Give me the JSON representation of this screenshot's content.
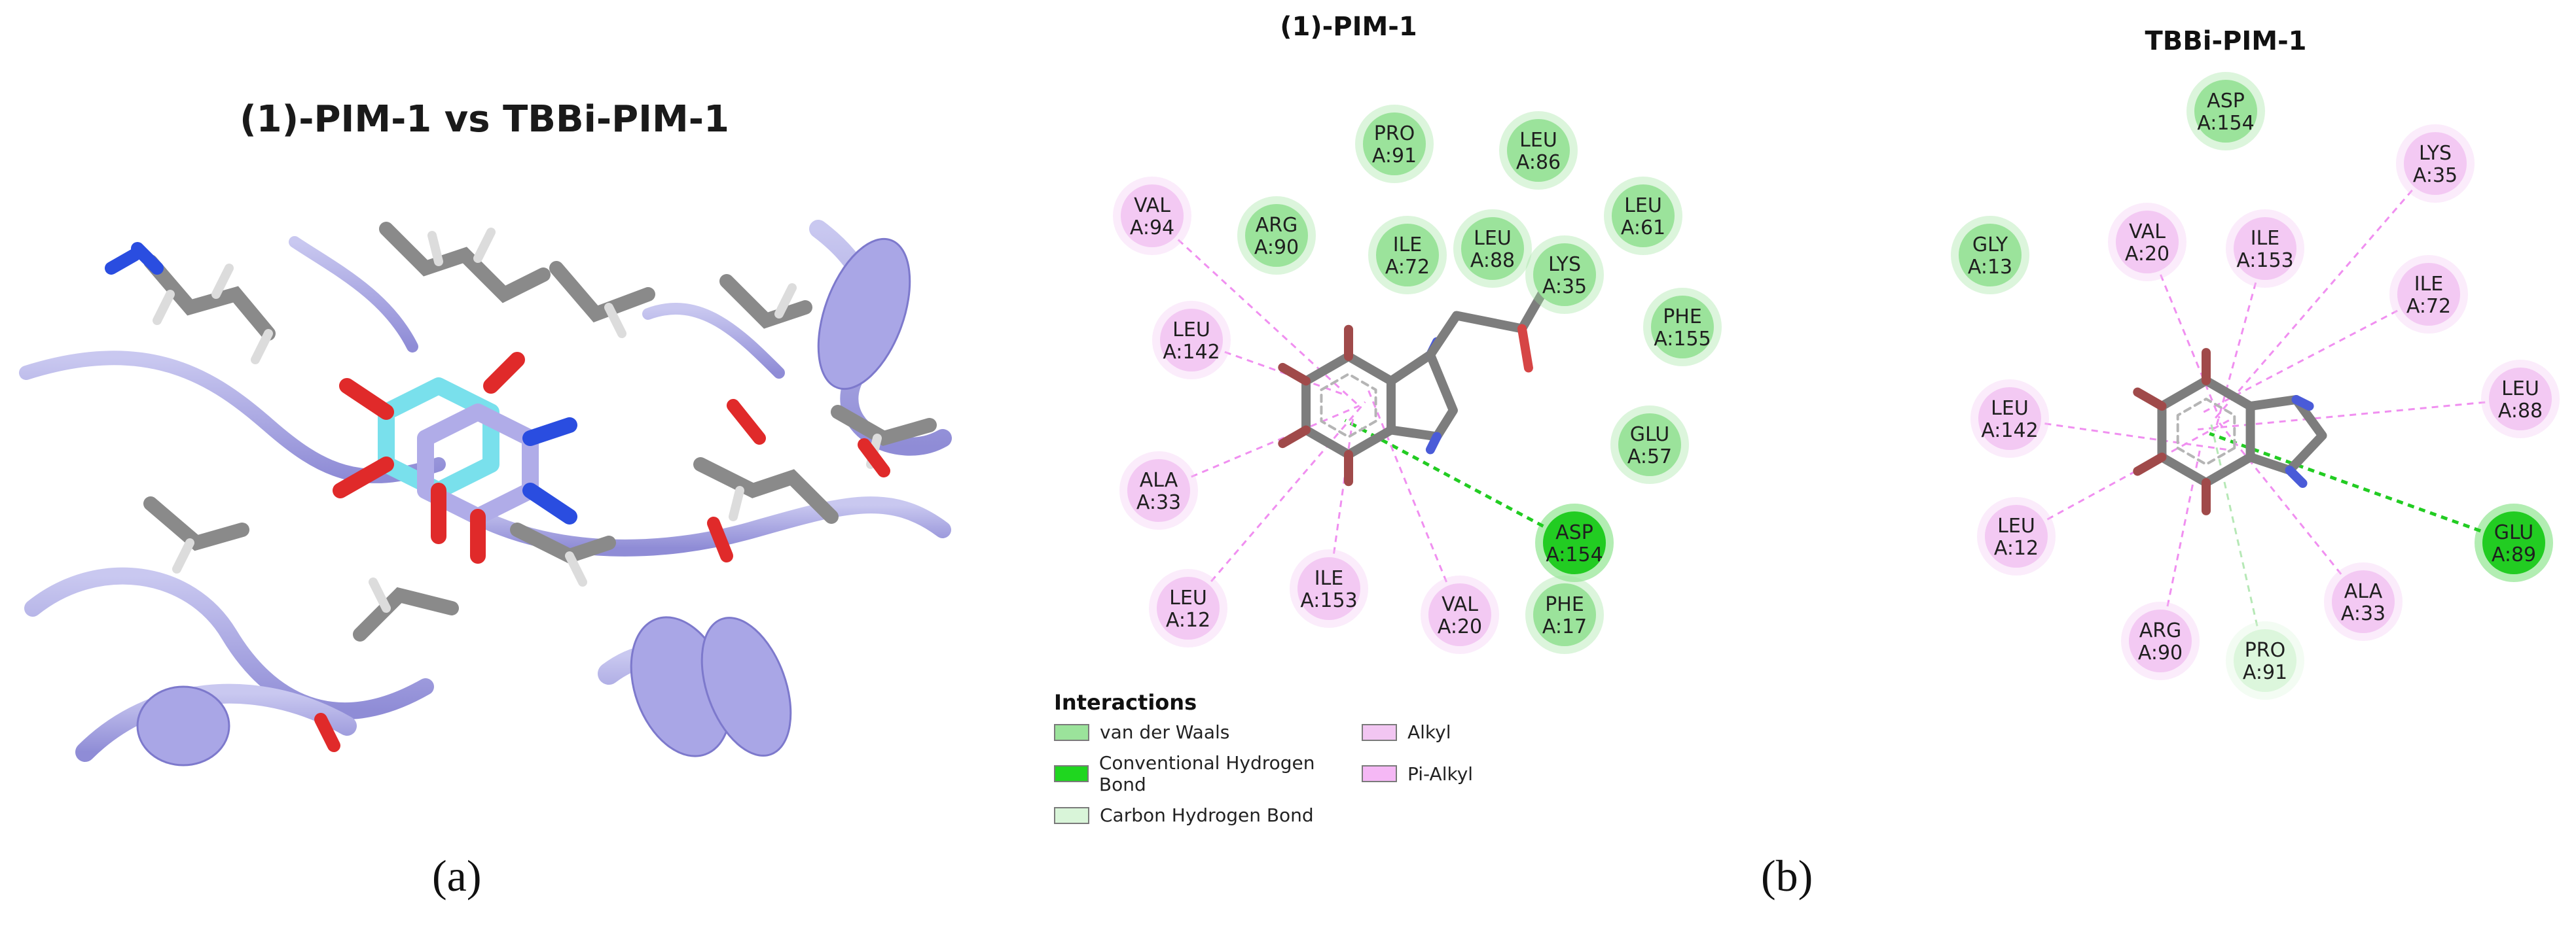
{
  "panel_a": {
    "title": "(1)-PIM-1 vs TBBi-PIM-1",
    "label": "(a)"
  },
  "panel_b": {
    "label": "(b)",
    "left_title": "(1)-PIM-1",
    "right_title": "TBBi-PIM-1",
    "left_residues": [
      {
        "name": "PRO",
        "id": "A:91",
        "type": "vdw"
      },
      {
        "name": "LEU",
        "id": "A:86",
        "type": "vdw"
      },
      {
        "name": "VAL",
        "id": "A:94",
        "type": "alkyl"
      },
      {
        "name": "ARG",
        "id": "A:90",
        "type": "vdw"
      },
      {
        "name": "ILE",
        "id": "A:72",
        "type": "vdw"
      },
      {
        "name": "LEU",
        "id": "A:88",
        "type": "vdw"
      },
      {
        "name": "LYS",
        "id": "A:35",
        "type": "vdw"
      },
      {
        "name": "LEU",
        "id": "A:61",
        "type": "vdw"
      },
      {
        "name": "LEU",
        "id": "A:142",
        "type": "alkyl"
      },
      {
        "name": "PHE",
        "id": "A:155",
        "type": "vdw"
      },
      {
        "name": "GLU",
        "id": "A:57",
        "type": "vdw"
      },
      {
        "name": "ALA",
        "id": "A:33",
        "type": "alkyl"
      },
      {
        "name": "ASP",
        "id": "A:154",
        "type": "hbond"
      },
      {
        "name": "LEU",
        "id": "A:12",
        "type": "alkyl"
      },
      {
        "name": "ILE",
        "id": "A:153",
        "type": "alkyl"
      },
      {
        "name": "VAL",
        "id": "A:20",
        "type": "alkyl"
      },
      {
        "name": "PHE",
        "id": "A:17",
        "type": "vdw"
      }
    ],
    "right_residues": [
      {
        "name": "ASP",
        "id": "A:154",
        "type": "vdw"
      },
      {
        "name": "LYS",
        "id": "A:35",
        "type": "alkyl"
      },
      {
        "name": "GLY",
        "id": "A:13",
        "type": "vdw"
      },
      {
        "name": "VAL",
        "id": "A:20",
        "type": "alkyl"
      },
      {
        "name": "ILE",
        "id": "A:153",
        "type": "alkyl"
      },
      {
        "name": "ILE",
        "id": "A:72",
        "type": "alkyl"
      },
      {
        "name": "LEU",
        "id": "A:142",
        "type": "alkyl"
      },
      {
        "name": "LEU",
        "id": "A:88",
        "type": "alkyl"
      },
      {
        "name": "LEU",
        "id": "A:12",
        "type": "alkyl"
      },
      {
        "name": "GLU",
        "id": "A:89",
        "type": "hbond"
      },
      {
        "name": "ALA",
        "id": "A:33",
        "type": "alkyl"
      },
      {
        "name": "ARG",
        "id": "A:90",
        "type": "alkyl"
      },
      {
        "name": "PRO",
        "id": "A:91",
        "type": "chbond"
      }
    ],
    "legend": {
      "title": "Interactions",
      "items": [
        {
          "label": "van der Waals",
          "color": "#9be39b"
        },
        {
          "label": "Alkyl",
          "color": "#f2c6f2"
        },
        {
          "label": "Conventional Hydrogen Bond",
          "color": "#1fd61f"
        },
        {
          "label": "Pi-Alkyl",
          "color": "#f5b8f5"
        },
        {
          "label": "Carbon Hydrogen Bond",
          "color": "#d9f5d9"
        }
      ]
    },
    "colors": {
      "vdw": "#9be39b",
      "hbond": "#22cc22",
      "chbond": "#dcf6dc",
      "alkyl": "#f3c9f3",
      "alkyl_line": "#f08ff0",
      "hbond_line": "#22cc22"
    }
  }
}
